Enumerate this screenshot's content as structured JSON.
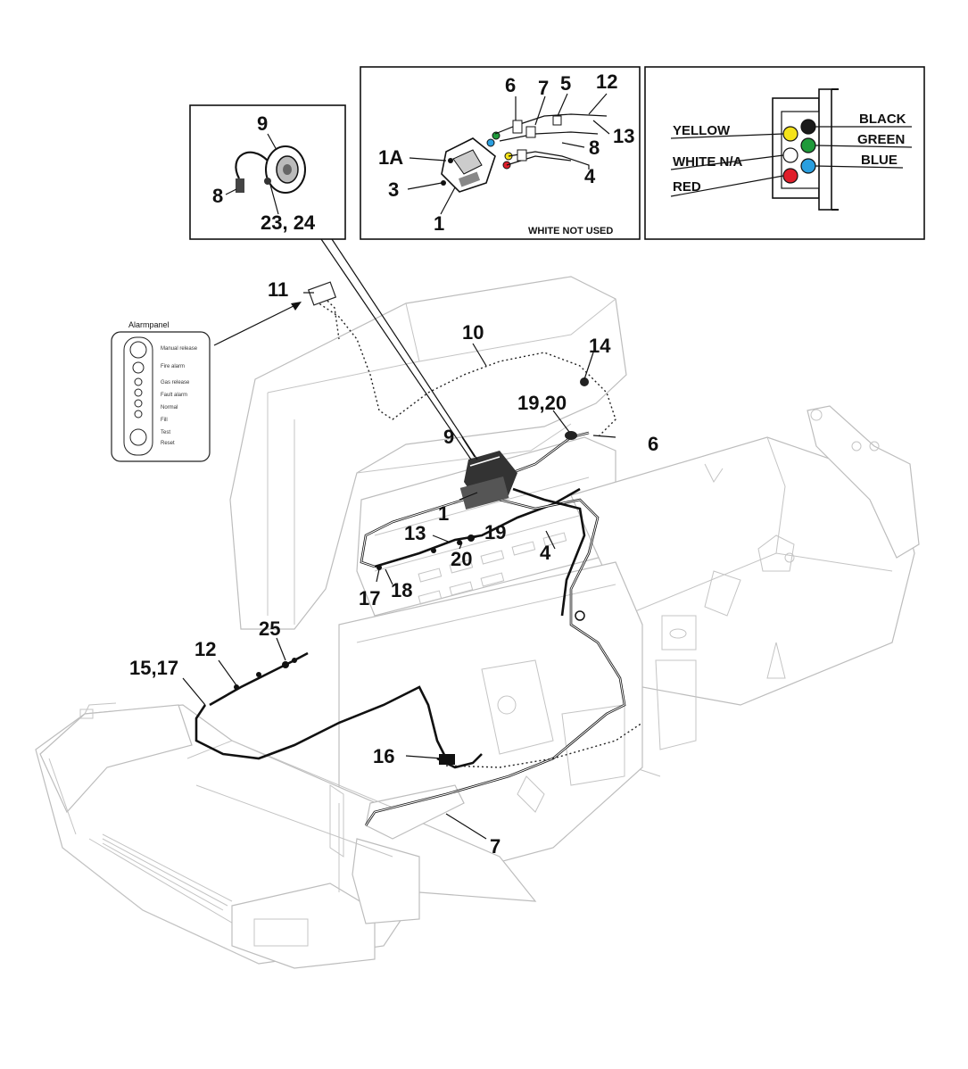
{
  "callouts": {
    "c9_horn": "9",
    "c8_horn": "8",
    "c23_24": "23, 24",
    "c6_box": "6",
    "c7_box": "7",
    "c5_box": "5",
    "c12_box": "12",
    "c1a": "1A",
    "c3": "3",
    "c1_box": "1",
    "c8_box": "8",
    "c13_box": "13",
    "c4_box": "4",
    "c11": "11",
    "c10": "10",
    "c14": "14",
    "c19_20_top": "19,20",
    "c9_main": "9",
    "c6_main": "6",
    "c1_main": "1",
    "c13_main": "13",
    "c19": "19",
    "c20": "20",
    "c4_main": "4",
    "c17": "17",
    "c18": "18",
    "c25": "25",
    "c12_main": "12",
    "c15_17": "15,17",
    "c16": "16",
    "c7_main": "7"
  },
  "connector_note": "WHITE NOT USED",
  "wire_colors": {
    "yellow": "YELLOW",
    "black": "BLACK",
    "green": "GREEN",
    "white": "WHITE N/A",
    "blue": "BLUE",
    "red": "RED"
  },
  "alarm_panel": {
    "title": "Alarmpanel",
    "items": [
      "Manual release",
      "Fire alarm",
      "Gas release",
      "Fault alarm",
      "Normal",
      "Fill",
      "Test",
      "Reset"
    ]
  },
  "colors": {
    "yellow": "#f5e31a",
    "black": "#1a1a1a",
    "green": "#1f9a3a",
    "white": "#ffffff",
    "blue": "#2a9fe0",
    "red": "#e01e2a"
  }
}
